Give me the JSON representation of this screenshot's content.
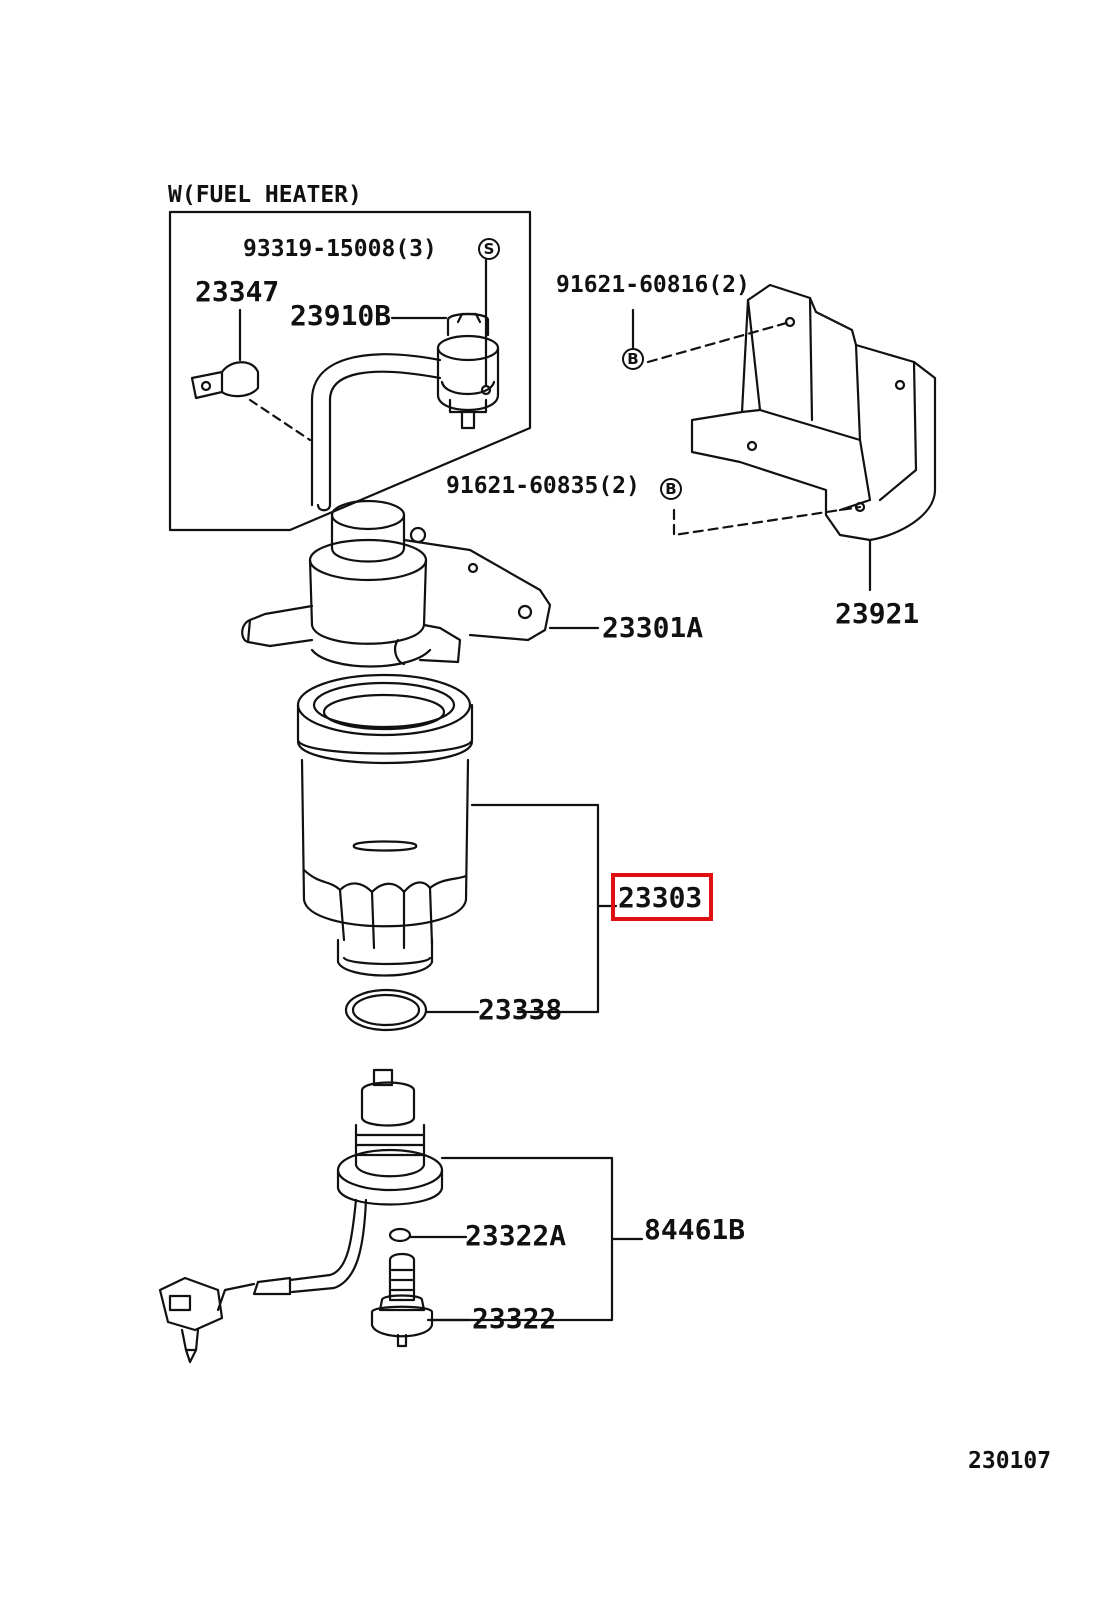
{
  "diagram": {
    "inset_title": "W(FUEL HEATER)",
    "drawing_id": "230107",
    "highlighted_part": "23303",
    "accent_color": "#e01010",
    "callouts": [
      {
        "id": "c-93319",
        "text": "93319-15008(3)",
        "badge": "S"
      },
      {
        "id": "c-23347",
        "text": "23347"
      },
      {
        "id": "c-23910b",
        "text": "23910B"
      },
      {
        "id": "c-91621a",
        "text": "91621-60816(2)",
        "badge": "B"
      },
      {
        "id": "c-91621b",
        "text": "91621-60835(2)",
        "badge": "B"
      },
      {
        "id": "c-23921",
        "text": "23921"
      },
      {
        "id": "c-23301a",
        "text": "23301A"
      },
      {
        "id": "c-23303",
        "text": "23303"
      },
      {
        "id": "c-23338",
        "text": "23338"
      },
      {
        "id": "c-23322a",
        "text": "23322A"
      },
      {
        "id": "c-84461b",
        "text": "84461B"
      },
      {
        "id": "c-23322",
        "text": "23322"
      }
    ],
    "badges": {
      "s": "S",
      "b": "B"
    }
  }
}
